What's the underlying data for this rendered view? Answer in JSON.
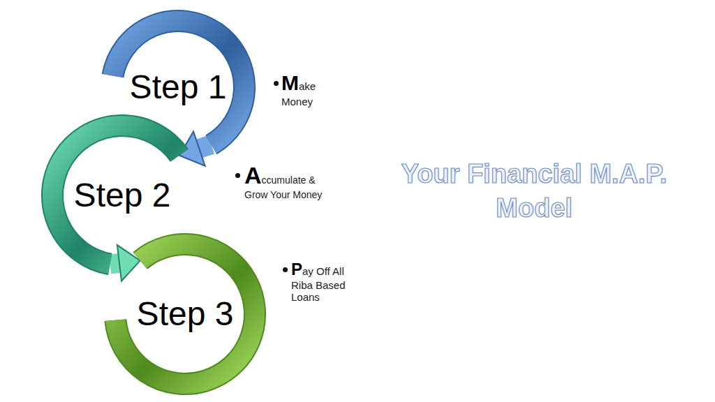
{
  "diagram": {
    "title": "Your Financial M.A.P. Model",
    "nodes": [
      {
        "text": [
          "Step 1"
        ]
      },
      {
        "text": [
          "Step 2"
        ]
      },
      {
        "text": [
          "Step 3"
        ]
      }
    ],
    "edges": [
      {
        "from": 0,
        "to": 1,
        "arrow": "to"
      },
      {
        "from": 1,
        "to": 2,
        "arrow": "to"
      }
    ],
    "labels": [
      "Make Money",
      "Accumulate & Grow Your Money",
      "Pay Off All Riba Based Loans"
    ]
  }
}
